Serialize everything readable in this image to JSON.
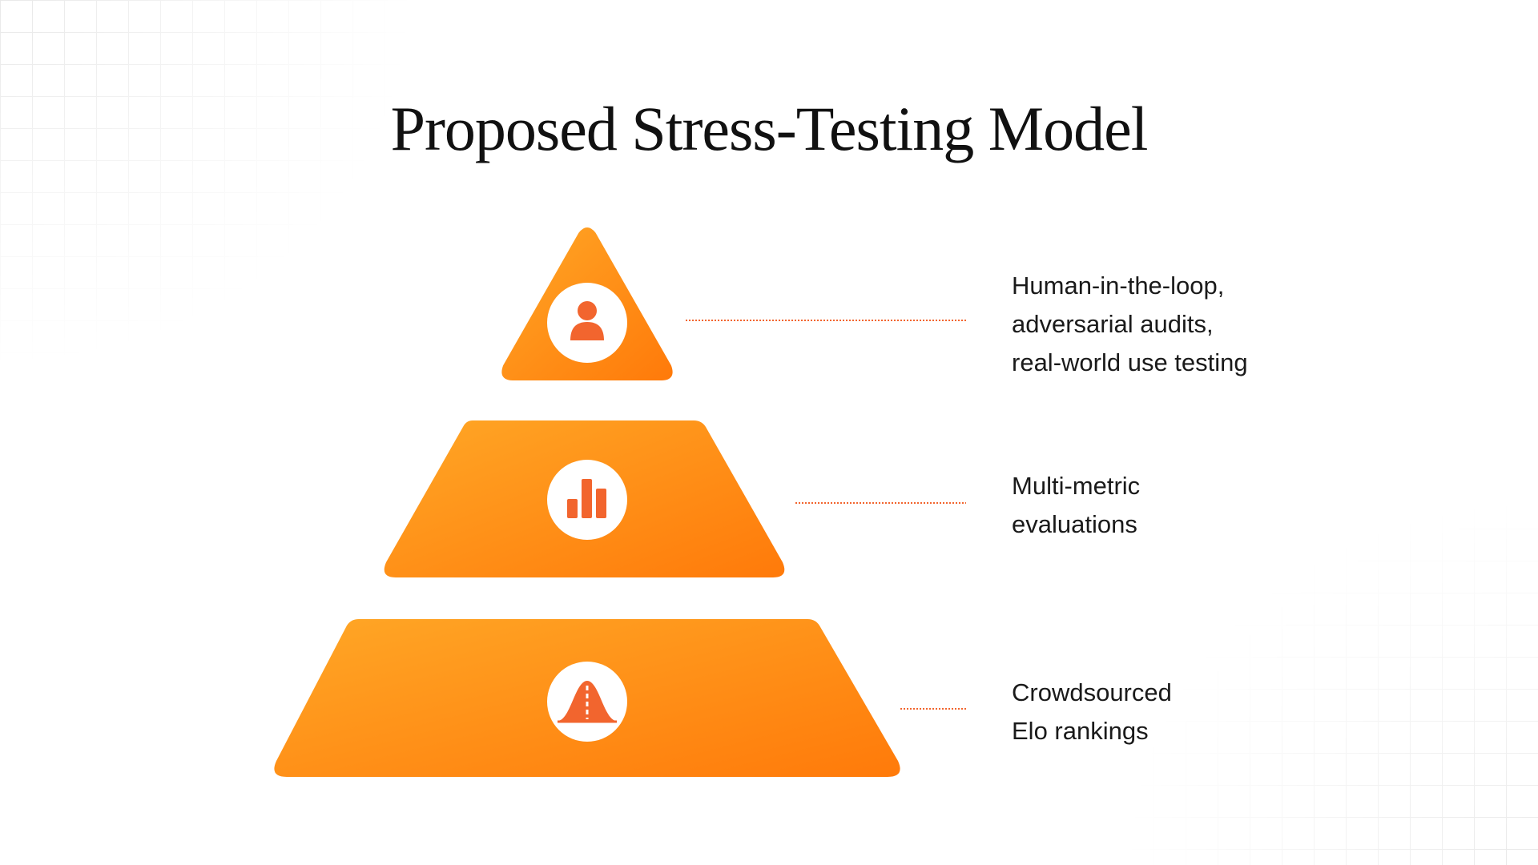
{
  "title": "Proposed Stress-Testing Model",
  "colors": {
    "tier_gradient_start": "#FFA726",
    "tier_gradient_end": "#FF7A0A",
    "icon_color": "#F2652E",
    "connector_color": "#F2652E",
    "text_color": "#1a1a1a"
  },
  "tiers": [
    {
      "icon": "person-icon",
      "lines": [
        "Human-in-the-loop,",
        "adversarial audits,",
        "real-world use testing"
      ]
    },
    {
      "icon": "bar-chart-icon",
      "lines": [
        "Multi-metric",
        "evaluations"
      ]
    },
    {
      "icon": "bell-curve-icon",
      "lines": [
        "Crowdsourced",
        "Elo rankings"
      ]
    }
  ]
}
